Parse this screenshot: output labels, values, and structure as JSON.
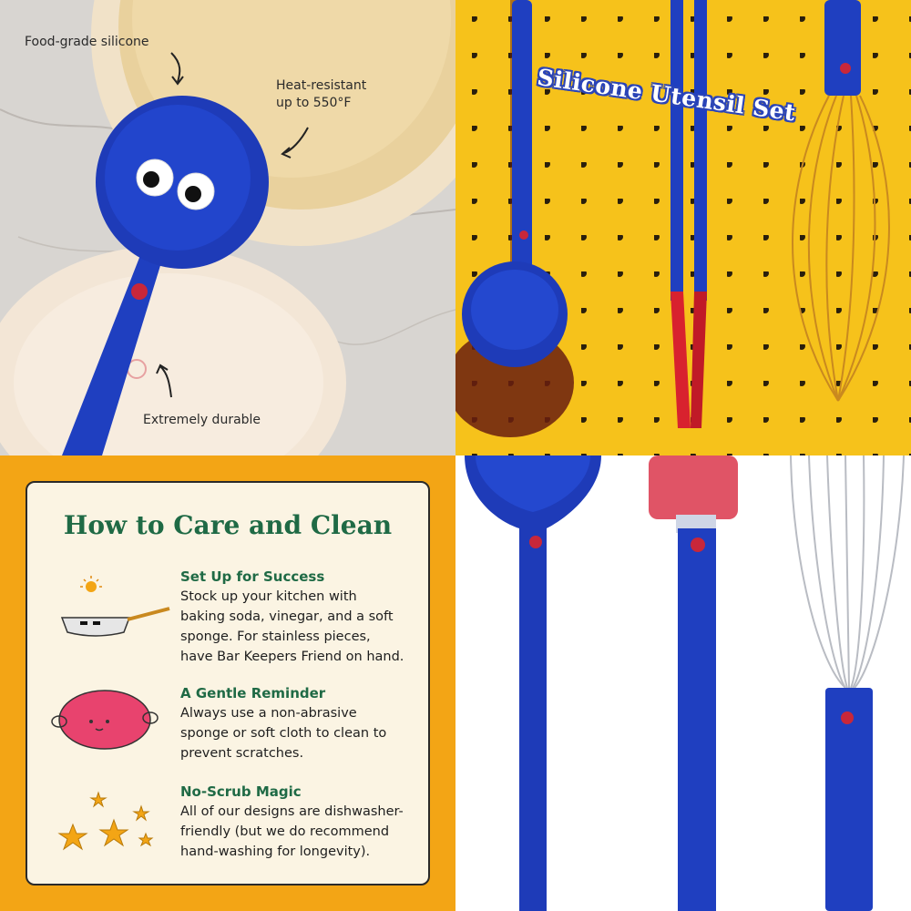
{
  "top_left": {
    "callouts": {
      "food_grade": "Food-grade silicone",
      "heat_resistant_line1": "Heat-resistant",
      "heat_resistant_line2": "up to 550°F",
      "durable": "Extremely durable"
    }
  },
  "top_right": {
    "title": "Silicone Utensil Set"
  },
  "care_card": {
    "title": "How to Care and Clean",
    "tips": [
      {
        "heading": "Set Up for Success",
        "lines": [
          "Stock up your kitchen with",
          "baking soda, vinegar, and a soft",
          "sponge. For stainless pieces,",
          "have Bar Keepers Friend on hand."
        ]
      },
      {
        "heading": "A Gentle Reminder",
        "lines": [
          "Always use a non-abrasive",
          "sponge or soft cloth to clean to",
          "prevent scratches."
        ]
      },
      {
        "heading": "No-Scrub Magic",
        "lines": [
          "All of our designs are dishwasher-",
          "friendly (but we do recommend",
          "hand-washing for longevity)."
        ]
      }
    ]
  },
  "colors": {
    "utensil_blue": "#1f3fc0",
    "accent_red": "#c8273a",
    "pegboard_yellow": "#f6c21b",
    "card_orange": "#f3a515",
    "heading_green": "#1f6a45"
  },
  "icons": [
    "pan-icon",
    "sun-icon",
    "sponge-icon",
    "stars-icon"
  ]
}
